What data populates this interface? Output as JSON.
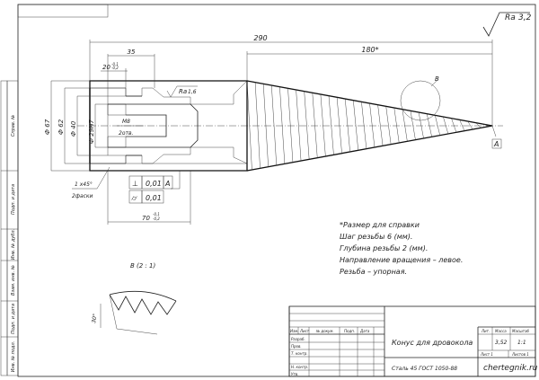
{
  "roughness": {
    "symbol": "Ra",
    "value": "3,2"
  },
  "dims": {
    "overall_length": "290",
    "thread_length": "180*",
    "shoulder": "35",
    "groove": "20",
    "groove_tol_upper": "-0,1",
    "groove_tol_lower": "-0,2",
    "dia_outer": "Ф 67",
    "dia_62": "Ф 62",
    "dia_40": "Ф 40",
    "dia_29": "Ф 29Н7",
    "thread_hole": "М8",
    "thread_depth": "2отв.",
    "face_rough_sym": "Ra",
    "face_rough_val": "1,6",
    "chamfer": "1 x45°",
    "chamfer_note": "2фаски",
    "length_70": "70",
    "length_70_tol_upper": "-0,1",
    "length_70_tol_lower": "-0,2",
    "section_mark": "В",
    "view_label": "В (2 : 1)",
    "thread_angle": "30°",
    "datum": "А"
  },
  "tolerances": [
    {
      "symbol": "⊥",
      "value": "0,01",
      "datum": "А"
    },
    {
      "symbol": "⌭",
      "value": "0,01",
      "datum": ""
    }
  ],
  "notes": [
    "*Размер для справки",
    "Шаг резьбы 6 (мм).",
    "Глубина резьбы 2 (мм).",
    "Направление вращения – левое.",
    "Резьба – упорная."
  ],
  "side_labels": [
    "Справ. №",
    "Подп. и дата",
    "Инв. № дубл.",
    "Взам. инв. №",
    "Подп. и дата",
    "Инв. № подл."
  ],
  "title_block": {
    "part_name": "Конус для дровокола",
    "material": "Сталь 45 ГОСТ 1050-88",
    "site": "chertegnik.ru",
    "col_headers": [
      "Изм.",
      "Лист",
      "№ докум.",
      "Подп.",
      "Дата"
    ],
    "row_labels": [
      "Разраб.",
      "Пров.",
      "Т. контр.",
      "Н. контр.",
      "Утв."
    ],
    "right_headers": [
      "Лит.",
      "Масса",
      "Масштаб"
    ],
    "mass": "3,52",
    "scale": "1:1",
    "sheet": "Лист 1",
    "sheets": "Листов 1"
  }
}
